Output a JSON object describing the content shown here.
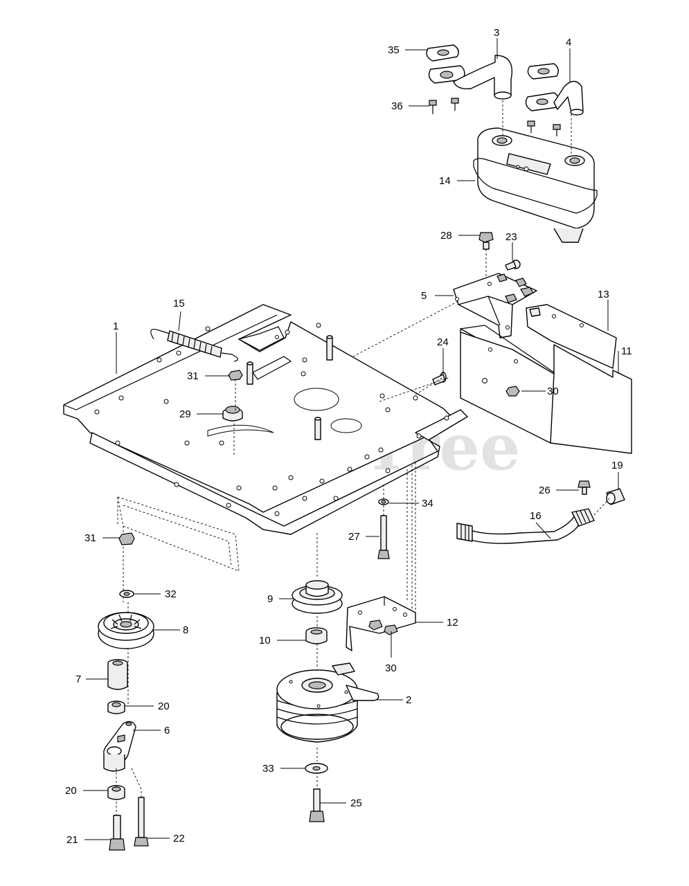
{
  "watermark": {
    "text": "PartsTree",
    "tm": "™"
  },
  "callouts": {
    "c1": "1",
    "c2": "2",
    "c3": "3",
    "c4": "4",
    "c5": "5",
    "c6": "6",
    "c7": "7",
    "c8": "8",
    "c9": "9",
    "c10": "10",
    "c11": "11",
    "c12": "12",
    "c13": "13",
    "c14": "14",
    "c15": "15",
    "c16": "16",
    "c19": "19",
    "c20a": "20",
    "c20b": "20",
    "c21": "21",
    "c22": "22",
    "c23": "23",
    "c24": "24",
    "c25": "25",
    "c26": "26",
    "c27": "27",
    "c28": "28",
    "c29": "29",
    "c30a": "30",
    "c30b": "30",
    "c31a": "31",
    "c31b": "31",
    "c32": "32",
    "c33": "33",
    "c34": "34",
    "c35": "35",
    "c36": "36"
  }
}
